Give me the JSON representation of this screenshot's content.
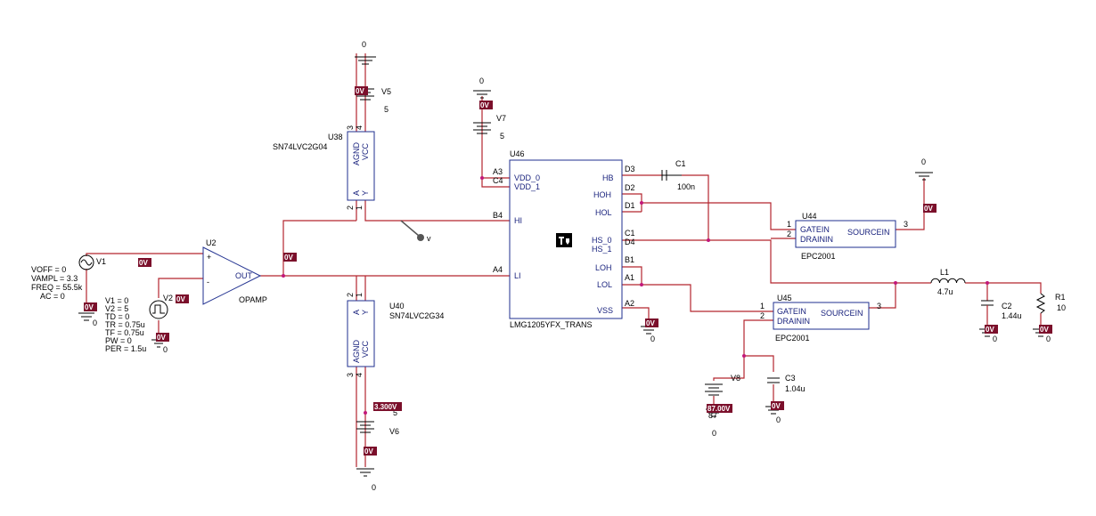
{
  "components": {
    "V1": {
      "ref": "V1",
      "params": [
        "VOFF = 0",
        "VAMPL = 3.3",
        "FREQ = 55.5k",
        "AC = 0"
      ]
    },
    "V2": {
      "ref": "V2",
      "params": [
        "V1 = 0",
        "V2 = 5",
        "TD = 0",
        "TR = 0.75u",
        "TF = 0.75u",
        "PW = 0",
        "PER = 1.5u"
      ]
    },
    "U2": {
      "ref": "U2",
      "part": "OPAMP",
      "out": "OUT",
      "plus": "+",
      "minus": "-"
    },
    "U38": {
      "ref": "U38",
      "part": "SN74LVC2G04",
      "pins": [
        "AGND",
        "VCC",
        "A",
        "Y"
      ],
      "pin_nums": [
        "3",
        "4",
        "2",
        "1"
      ]
    },
    "U40": {
      "ref": "U40",
      "part": "SN74LVC2G34",
      "pins": [
        "A",
        "Y",
        "AGND",
        "VCC"
      ],
      "pin_nums": [
        "2",
        "1",
        "3",
        "4"
      ]
    },
    "V5": {
      "ref": "V5",
      "value": "5"
    },
    "V6": {
      "ref": "V6",
      "value": "5"
    },
    "V7": {
      "ref": "V7",
      "value": "5"
    },
    "V8": {
      "ref": "V8",
      "value": "87"
    },
    "U46": {
      "ref": "U46",
      "part": "LMG1205YFX_TRANS",
      "left_pins": [
        "VDD_0",
        "VDD_1",
        "HI",
        "LI"
      ],
      "left_nums": [
        "A3",
        "C4",
        "B4",
        "A4"
      ],
      "right_pins": [
        "HB",
        "HOH",
        "HOL",
        "HS_0",
        "HS_1",
        "LOH",
        "LOL",
        "VSS"
      ],
      "right_nums": [
        "D3",
        "D2",
        "D1",
        "C1",
        "D4",
        "B1",
        "A1",
        "A2"
      ]
    },
    "C1": {
      "ref": "C1",
      "value": "100n"
    },
    "C2": {
      "ref": "C2",
      "value": "1.44u"
    },
    "C3": {
      "ref": "C3",
      "value": "1.04u"
    },
    "L1": {
      "ref": "L1",
      "value": "4.7u"
    },
    "R1": {
      "ref": "R1",
      "value": "10"
    },
    "U44": {
      "ref": "U44",
      "part": "EPC2001",
      "gate": "GATEIN",
      "drain": "DRAININ",
      "source": "SOURCEIN",
      "nums": [
        "1",
        "2",
        "3"
      ]
    },
    "U45": {
      "ref": "U45",
      "part": "EPC2001",
      "gate": "GATEIN",
      "drain": "DRAININ",
      "source": "SOURCEIN",
      "nums": [
        "1",
        "2",
        "3"
      ]
    }
  },
  "ground_label": "0",
  "probe_label": "v",
  "voltage_tags": {
    "zero": "0V",
    "v33": "3.300V",
    "v87": "87.00V"
  },
  "colors": {
    "wire": "#b3262f",
    "box": "#1f2f8f",
    "tag": "#7b0f2b",
    "junction": "#c2187a"
  }
}
